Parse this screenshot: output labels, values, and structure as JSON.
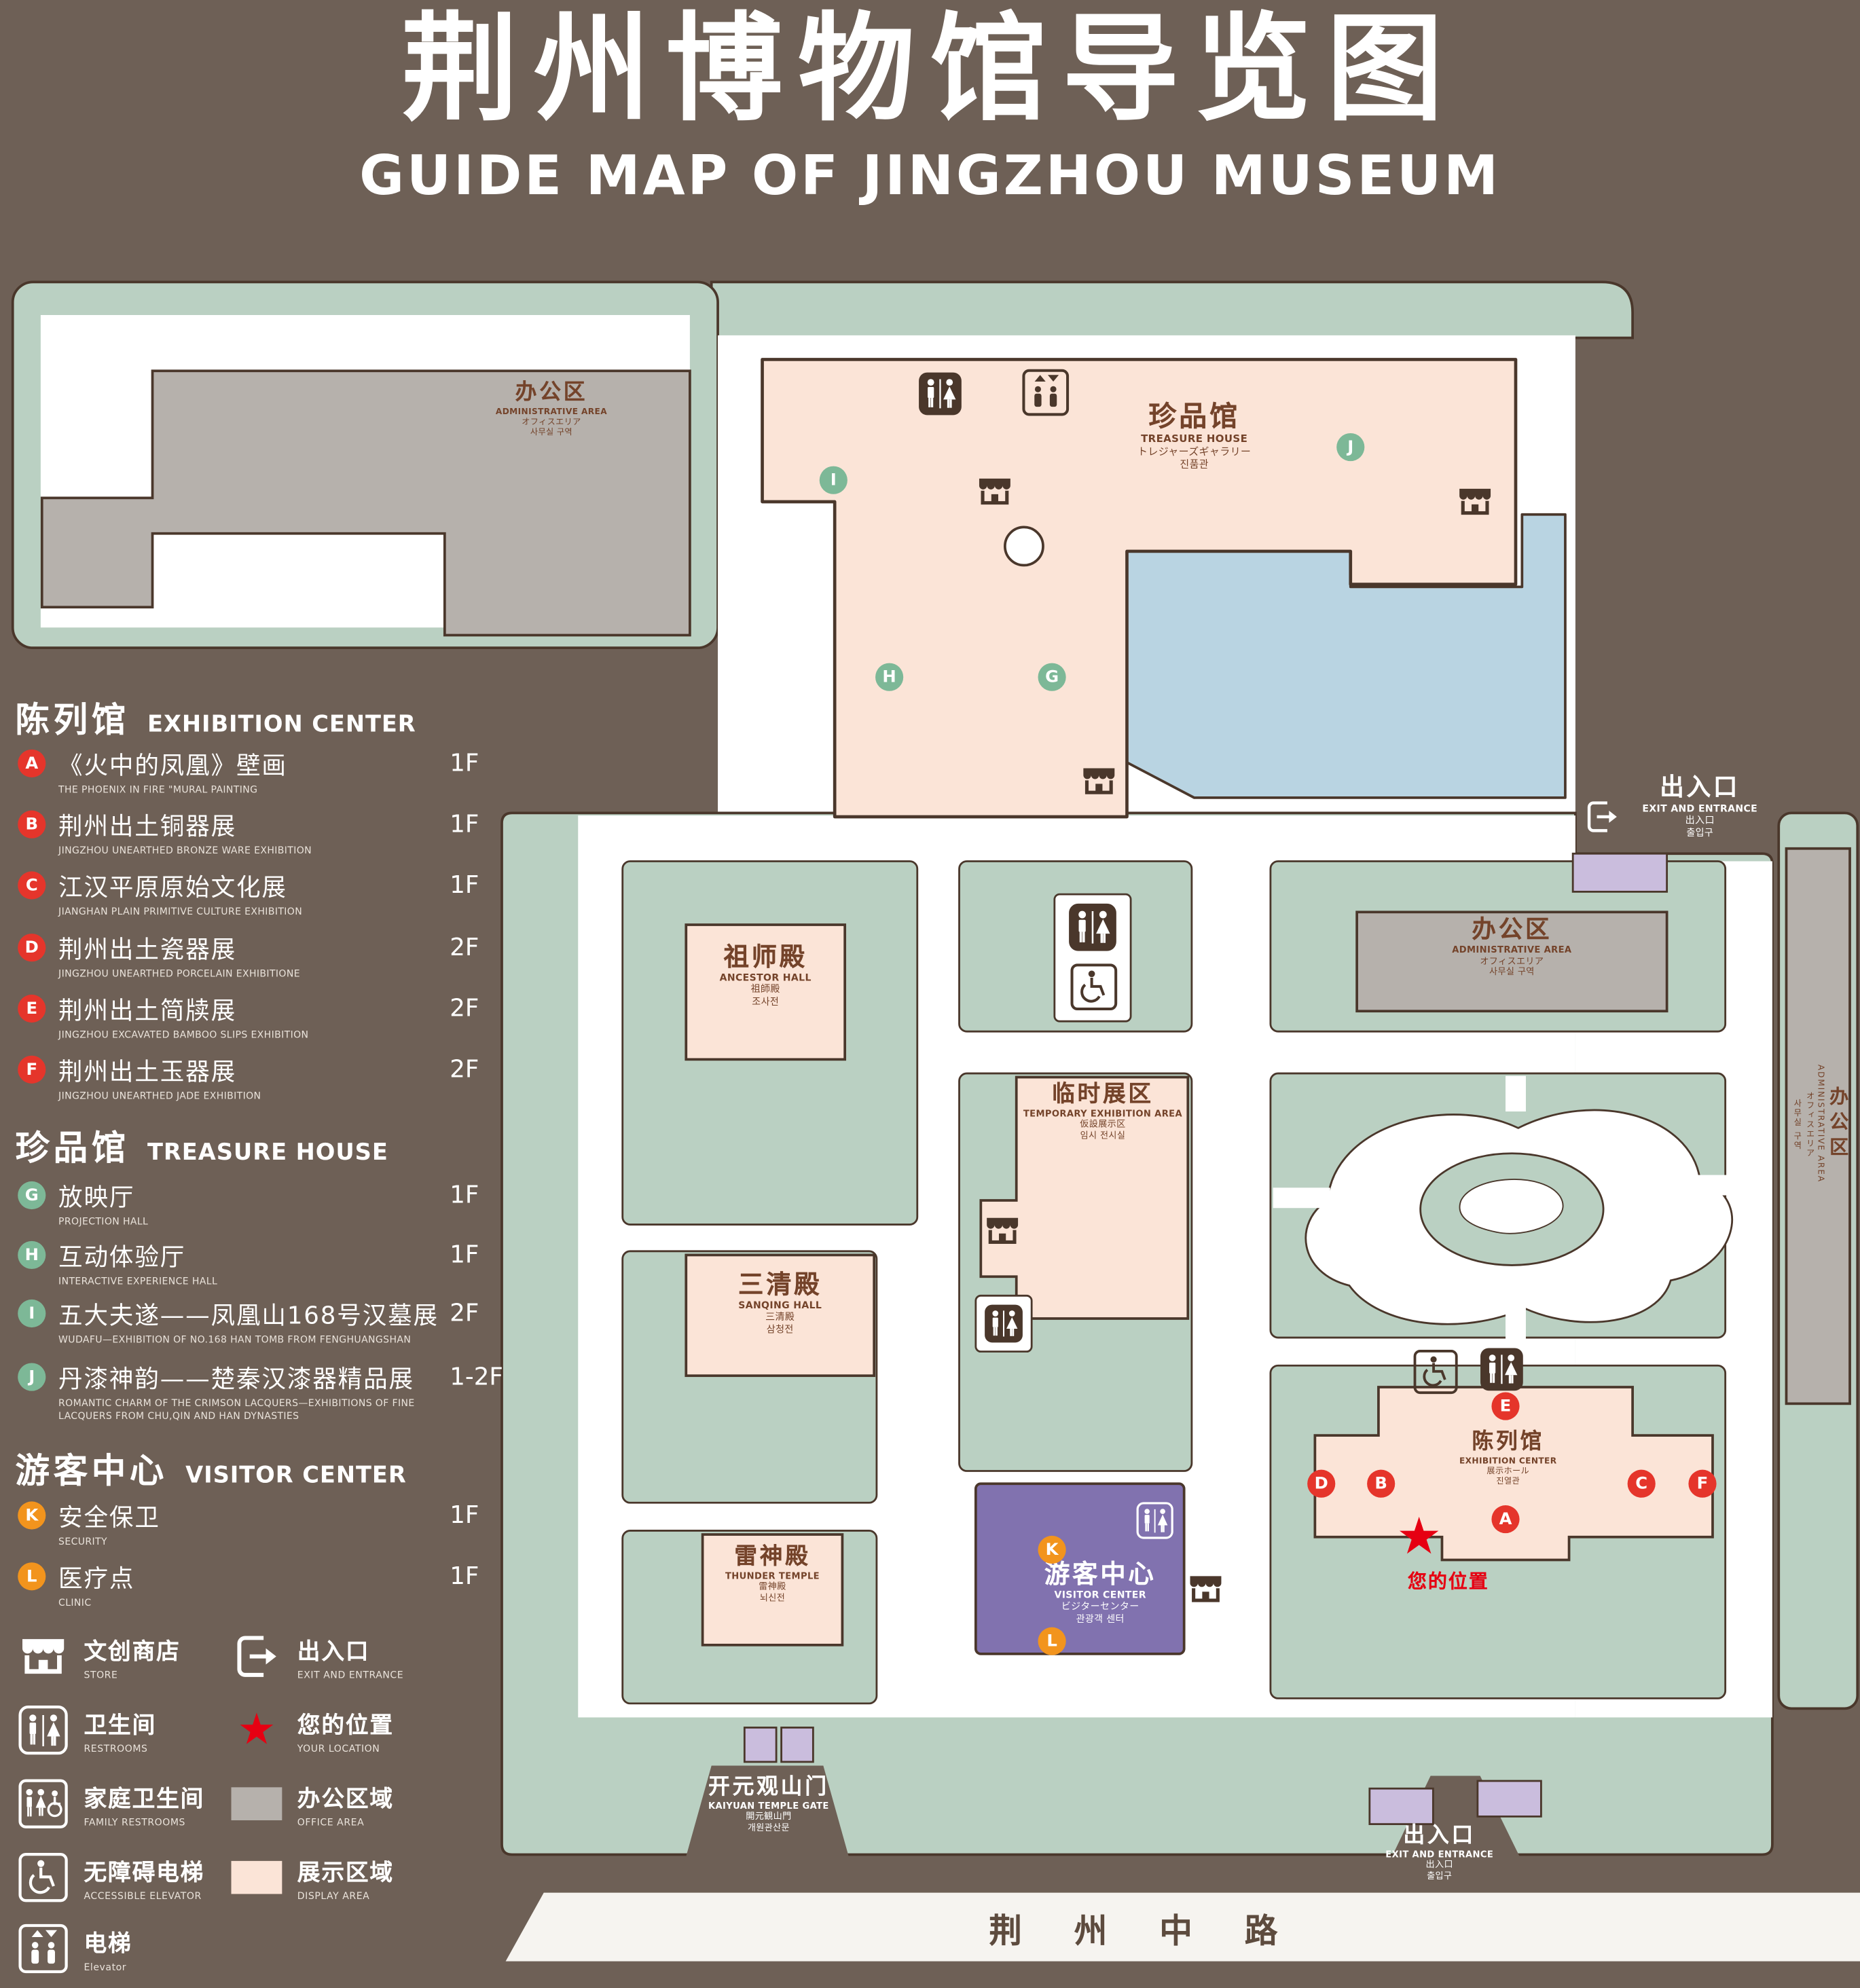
{
  "colors": {
    "background": "#6e6056",
    "map_green": "#bad0c2",
    "path_white": "#ffffff",
    "display_pink": "#fbe4d7",
    "office_gray": "#b6b1ac",
    "pond_blue": "#b9d4e2",
    "visitor_purple": "#8172af",
    "gate_purple": "#cabddd",
    "marker_red": "#e5352b",
    "marker_green": "#7db897",
    "marker_orange": "#f2941d",
    "outline_brown": "#4a372b",
    "label_brown": "#74432a",
    "star_red": "#e60012",
    "road_white": "#f6f4f0",
    "road_text": "#5d4b3e"
  },
  "header": {
    "title_zh": "荆州博物馆导览图",
    "title_en": "GUIDE MAP OF JINGZHOU MUSEUM"
  },
  "legend": {
    "sections": [
      {
        "title_zh": "陈列馆",
        "title_en": "EXHIBITION CENTER",
        "items": [
          {
            "letter": "A",
            "color": "red",
            "zh": "《火中的凤凰》壁画",
            "en": "THE PHOENIX IN FIRE \"MURAL PAINTING",
            "floor": "1F"
          },
          {
            "letter": "B",
            "color": "red",
            "zh": "荆州出土铜器展",
            "en": "JINGZHOU UNEARTHED BRONZE WARE EXHIBITION",
            "floor": "1F"
          },
          {
            "letter": "C",
            "color": "red",
            "zh": "江汉平原原始文化展",
            "en": "JIANGHAN PLAIN PRIMITIVE CULTURE EXHIBITION",
            "floor": "1F"
          },
          {
            "letter": "D",
            "color": "red",
            "zh": "荆州出土瓷器展",
            "en": "JINGZHOU UNEARTHED PORCELAIN EXHIBITIONE",
            "floor": "2F"
          },
          {
            "letter": "E",
            "color": "red",
            "zh": "荆州出土简牍展",
            "en": "JINGZHOU EXCAVATED BAMBOO SLIPS EXHIBITION",
            "floor": "2F"
          },
          {
            "letter": "F",
            "color": "red",
            "zh": "荆州出土玉器展",
            "en": "JINGZHOU UNEARTHED JADE EXHIBITION",
            "floor": "2F"
          }
        ]
      },
      {
        "title_zh": "珍品馆",
        "title_en": "TREASURE HOUSE",
        "items": [
          {
            "letter": "G",
            "color": "green",
            "zh": "放映厅",
            "en": "PROJECTION HALL",
            "floor": "1F"
          },
          {
            "letter": "H",
            "color": "green",
            "zh": "互动体验厅",
            "en": "INTERACTIVE EXPERIENCE HALL",
            "floor": "1F"
          },
          {
            "letter": "I",
            "color": "green",
            "zh": "五大夫遂——凤凰山168号汉墓展",
            "en": "WUDAFU—EXHIBITION OF NO.168 HAN TOMB FROM FENGHUANGSHAN",
            "floor": "2F"
          },
          {
            "letter": "J",
            "color": "green",
            "zh": "丹漆神韵——楚秦汉漆器精品展",
            "en": "ROMANTIC CHARM OF THE CRIMSON LACQUERS—EXHIBITIONS OF FINE LACQUERS FROM CHU,QIN AND HAN DYNASTIES",
            "floor": "1-2F"
          }
        ]
      },
      {
        "title_zh": "游客中心",
        "title_en": "VISITOR CENTER",
        "items": [
          {
            "letter": "K",
            "color": "orange",
            "zh": "安全保卫",
            "en": "SECURITY",
            "floor": "1F"
          },
          {
            "letter": "L",
            "color": "orange",
            "zh": "医疗点",
            "en": "CLINIC",
            "floor": "1F"
          }
        ]
      }
    ],
    "symbols": [
      {
        "icon": "store-icon",
        "zh": "文创商店",
        "en": "STORE"
      },
      {
        "icon": "exit-icon",
        "zh": "出入口",
        "en": "EXIT AND ENTRANCE"
      },
      {
        "icon": "restroom-icon",
        "zh": "卫生间",
        "en": "RESTROOMS"
      },
      {
        "icon": "location-star-icon",
        "zh": "您的位置",
        "en": "YOUR LOCATION"
      },
      {
        "icon": "family-restroom-icon",
        "zh": "家庭卫生间",
        "en": "FAMILY RESTROOMS"
      },
      {
        "icon": "office-area-swatch",
        "zh": "办公区域",
        "en": "OFFICE AREA"
      },
      {
        "icon": "accessible-elevator-icon",
        "zh": "无障碍电梯",
        "en": "ACCESSIBLE ELEVATOR"
      },
      {
        "icon": "display-area-swatch",
        "zh": "展示区域",
        "en": "DISPLAY AREA"
      },
      {
        "icon": "elevator-icon",
        "zh": "电梯",
        "en": "Elevator"
      }
    ]
  },
  "map": {
    "labels": {
      "admin_top": {
        "zh": "办公区",
        "en": "ADMINISTRATIVE AREA",
        "ja": "オフィスエリア",
        "ko": "사무실 구역"
      },
      "treasure_house": {
        "zh": "珍品馆",
        "en": "TREASURE HOUSE",
        "ja": "トレジャーズギャラリー",
        "ko": "진품관"
      },
      "exit_ne": {
        "zh": "出入口",
        "en": "EXIT AND ENTRANCE",
        "ja": "出入口",
        "ko": "출입구"
      },
      "admin_mid": {
        "zh": "办公区",
        "en": "ADMINISTRATIVE AREA",
        "ja": "オフィスエリア",
        "ko": "사무실 구역"
      },
      "admin_right": {
        "zh": "办公区",
        "en": "ADMINISTRATIVE AREA",
        "ja": "オフィスエリア",
        "ko": "사무실 구역"
      },
      "ancestor_hall": {
        "zh": "祖师殿",
        "en": "ANCESTOR HALL",
        "ja": "祖師殿",
        "ko": "조사전"
      },
      "temporary_exhibition": {
        "zh": "临时展区",
        "en": "TEMPORARY EXHIBITION AREA",
        "ja": "仮設展示区",
        "ko": "임시 전시실"
      },
      "sanqing_hall": {
        "zh": "三清殿",
        "en": "SANQING HALL",
        "ja": "三清殿",
        "ko": "삼청전"
      },
      "thunder_temple": {
        "zh": "雷神殿",
        "en": "THUNDER TEMPLE",
        "ja": "雷神殿",
        "ko": "뇌신전"
      },
      "visitor_center": {
        "zh": "游客中心",
        "en": "VISITOR CENTER",
        "ja": "ビジターセンター",
        "ko": "관광객 센터"
      },
      "exhibition_center": {
        "zh": "陈列馆",
        "en": "EXHIBITION CENTER",
        "ja": "展示ホール",
        "ko": "진열관"
      },
      "kaiyuan_gate": {
        "zh": "开元观山门",
        "en": "KAIYUAN TEMPLE GATE",
        "ja": "開元観山門",
        "ko": "개원관산문"
      },
      "exit_south": {
        "zh": "出入口",
        "en": "EXIT AND ENTRANCE",
        "ja": "出入口",
        "ko": "출입구"
      },
      "your_location": {
        "zh": "您的位置"
      },
      "road": {
        "zh": "荆 州 中 路"
      }
    },
    "markers": [
      {
        "letter": "A",
        "color": "red"
      },
      {
        "letter": "B",
        "color": "red"
      },
      {
        "letter": "C",
        "color": "red"
      },
      {
        "letter": "D",
        "color": "red"
      },
      {
        "letter": "E",
        "color": "red"
      },
      {
        "letter": "F",
        "color": "red"
      },
      {
        "letter": "G",
        "color": "green"
      },
      {
        "letter": "H",
        "color": "green"
      },
      {
        "letter": "I",
        "color": "green"
      },
      {
        "letter": "J",
        "color": "green"
      },
      {
        "letter": "K",
        "color": "orange"
      },
      {
        "letter": "L",
        "color": "orange"
      }
    ]
  }
}
